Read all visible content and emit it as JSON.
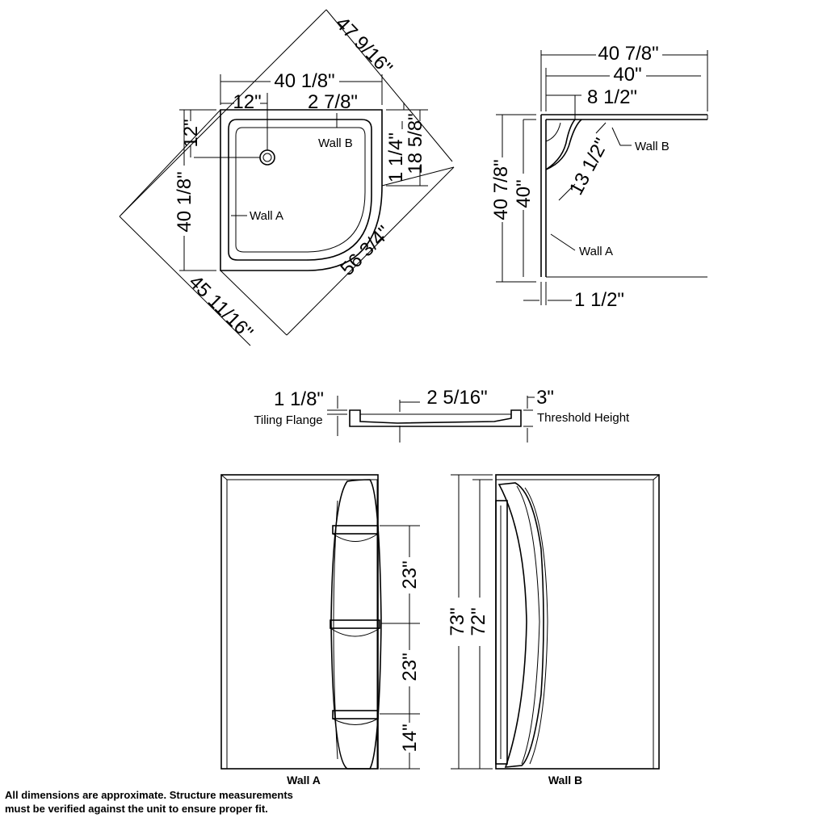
{
  "base_top": {
    "diag_top": "47 9/16\"",
    "width_total": "40 1/8\"",
    "drain_x": "12\"",
    "lip": "2 7/8\"",
    "drain_y": "12\"",
    "side_offset": "1 1/4\"",
    "side_len": "18 5/8\"",
    "depth": "40 1/8\"",
    "wall_b": "Wall B",
    "wall_a": "Wall A",
    "diag_front": "56 3/4\"",
    "diag_bottom": "45 11/16\""
  },
  "walls_top": {
    "outer": "40 7/8\"",
    "inner": "40\"",
    "shelf": "8 1/2\"",
    "shelf_depth": "13 1/2\"",
    "wall_b": "Wall B",
    "depth_outer": "40 7/8\"",
    "depth_inner": "40\"",
    "wall_a": "Wall A",
    "flange": "1 1/2\""
  },
  "profile": {
    "flange_h": "1 1/8\"",
    "flange_label": "Tiling Flange",
    "drain_depth": "2 5/16\"",
    "threshold": "3\"",
    "threshold_label": "Threshold Height"
  },
  "wall_a": {
    "spacing1": "23\"",
    "spacing2": "23\"",
    "bottom": "14\"",
    "caption": "Wall A"
  },
  "wall_b": {
    "outer_h": "73\"",
    "inner_h": "72\"",
    "caption": "Wall B"
  },
  "note": {
    "line1": "All dimensions are approximate. Structure measurements",
    "line2": "must be verified against the unit to ensure proper fit."
  }
}
